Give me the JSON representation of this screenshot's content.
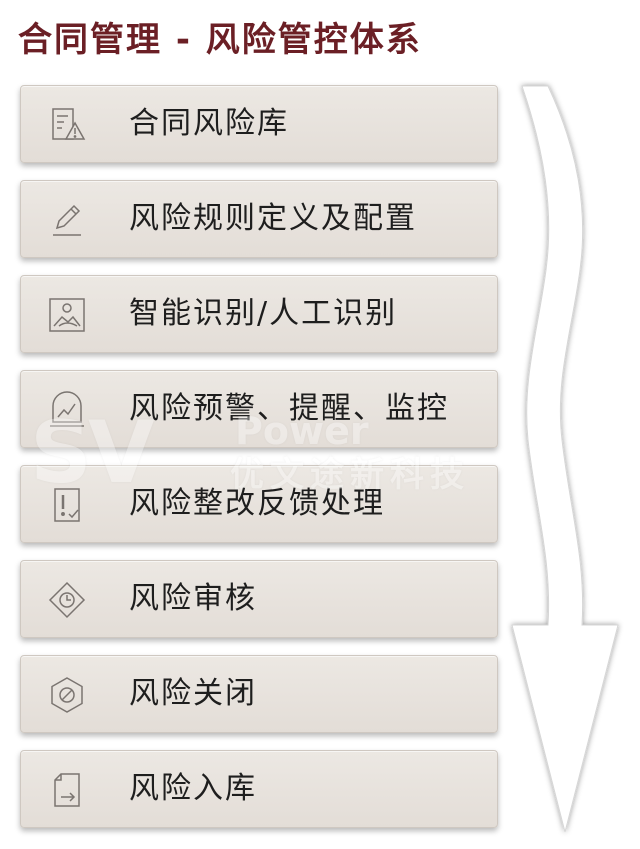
{
  "title": "合同管理 - 风险管控体系",
  "steps": [
    {
      "label": "合同风险库",
      "icon": "risk-document-icon"
    },
    {
      "label": "风险规则定义及配置",
      "icon": "pencil-icon"
    },
    {
      "label": "智能识别/人工识别",
      "icon": "image-recognition-icon"
    },
    {
      "label": "风险预警、提醒、监控",
      "icon": "monitor-gauge-icon"
    },
    {
      "label": "风险整改反馈处理",
      "icon": "exclamation-check-icon"
    },
    {
      "label": "风险审核",
      "icon": "diamond-clock-icon"
    },
    {
      "label": "风险关闭",
      "icon": "hexagon-block-icon"
    },
    {
      "label": "风险入库",
      "icon": "file-import-icon"
    }
  ],
  "watermark": {
    "logo": "SV",
    "name": "Power",
    "subtitle": "优文途新科技"
  },
  "colors": {
    "title": "#6b1f25",
    "card": "#e6e1dc",
    "arrow": "#ffffff"
  }
}
